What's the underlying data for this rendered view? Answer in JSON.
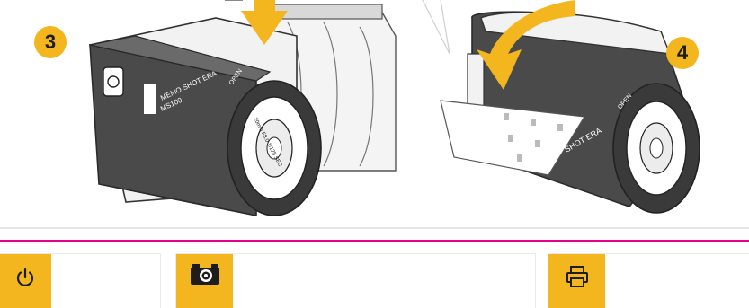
{
  "steps": {
    "step3": "3",
    "step4": "4"
  },
  "device": {
    "brand_text": "MEMO SHOT ERA",
    "model_text": "MS100",
    "open_label": "OPEN",
    "lens_ring_text": "20mm F8.0 1/125 SEC",
    "print_side_text": "SHOT ERA"
  },
  "footer": {
    "icons": [
      "power-icon",
      "camera-icon",
      "printer-icon"
    ]
  },
  "colors": {
    "accent_yellow": "#f3b61f",
    "accent_magenta": "#e5008d",
    "device_dark": "#4a4a4a",
    "device_light": "#f2f2f2"
  }
}
